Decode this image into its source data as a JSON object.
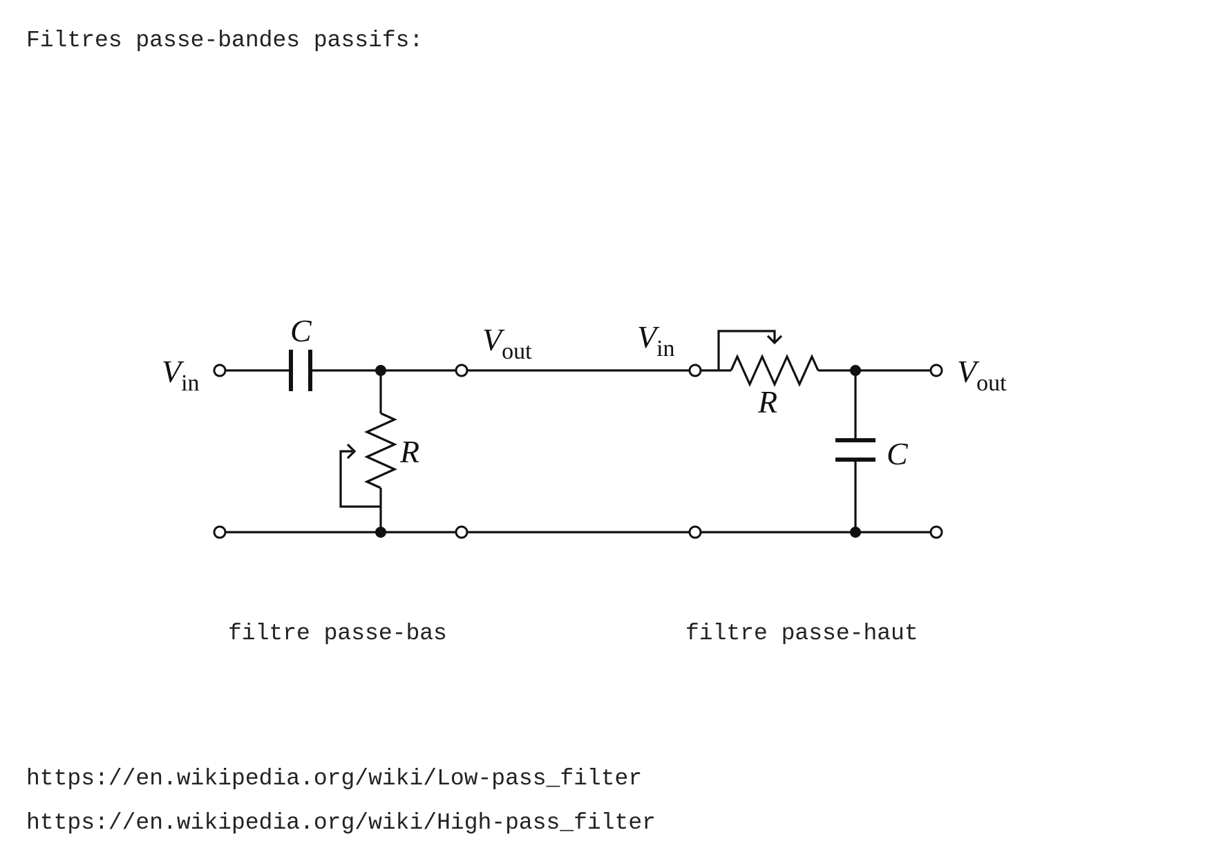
{
  "header": {
    "title": "Filtres passe-bandes passifs:"
  },
  "diagram": {
    "low_pass": {
      "input_symbol": "V",
      "input_subscript": "in",
      "output_symbol": "V",
      "output_subscript": "out",
      "capacitor_label": "C",
      "resistor_label": "R",
      "caption": "filtre passe-bas"
    },
    "high_pass": {
      "input_symbol": "V",
      "input_subscript": "in",
      "output_symbol": "V",
      "output_subscript": "out",
      "capacitor_label": "C",
      "resistor_label": "R",
      "caption": "filtre passe-haut"
    }
  },
  "sources": {
    "links": [
      "https://en.wikipedia.org/wiki/Low-pass_filter",
      "https://en.wikipedia.org/wiki/High-pass_filter"
    ]
  },
  "colors": {
    "ink": "#111111",
    "text": "#222222",
    "background": "#ffffff"
  }
}
